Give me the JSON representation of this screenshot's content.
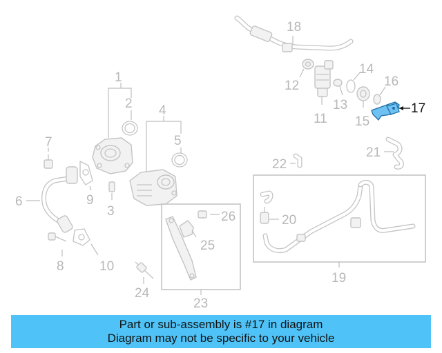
{
  "callouts": {
    "c1": "1",
    "c2": "2",
    "c3": "3",
    "c4": "4",
    "c5": "5",
    "c6": "6",
    "c7": "7",
    "c8": "8",
    "c9": "9",
    "c10": "10",
    "c11": "11",
    "c12": "12",
    "c13": "13",
    "c14": "14",
    "c15": "15",
    "c16": "16",
    "c17": "17",
    "c18": "18",
    "c19": "19",
    "c20": "20",
    "c21": "21",
    "c22": "22",
    "c23": "23",
    "c24": "24",
    "c25": "25",
    "c26": "26"
  },
  "highlight": {
    "part": "17",
    "color": "#6ec1f0"
  },
  "banner": {
    "line1": "Part or sub-assembly is #17 in diagram",
    "line2": "Diagram may not be specific to your vehicle",
    "background": "#4fc3f7"
  }
}
